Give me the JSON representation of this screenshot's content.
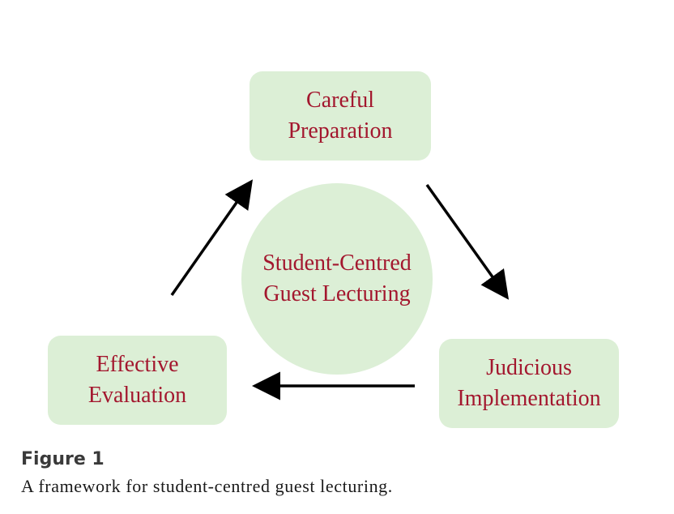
{
  "diagram": {
    "nodes": {
      "top": "Careful\nPreparation",
      "right": "Judicious\nImplementation",
      "left": "Effective\nEvaluation",
      "center": "Student-Centred\nGuest Lecturing"
    },
    "colors": {
      "box_fill": "#dcefd6",
      "text": "#a3172e",
      "arrow": "#000000"
    }
  },
  "caption": {
    "label": "Figure 1",
    "text": "A framework for student-centred guest lecturing."
  }
}
